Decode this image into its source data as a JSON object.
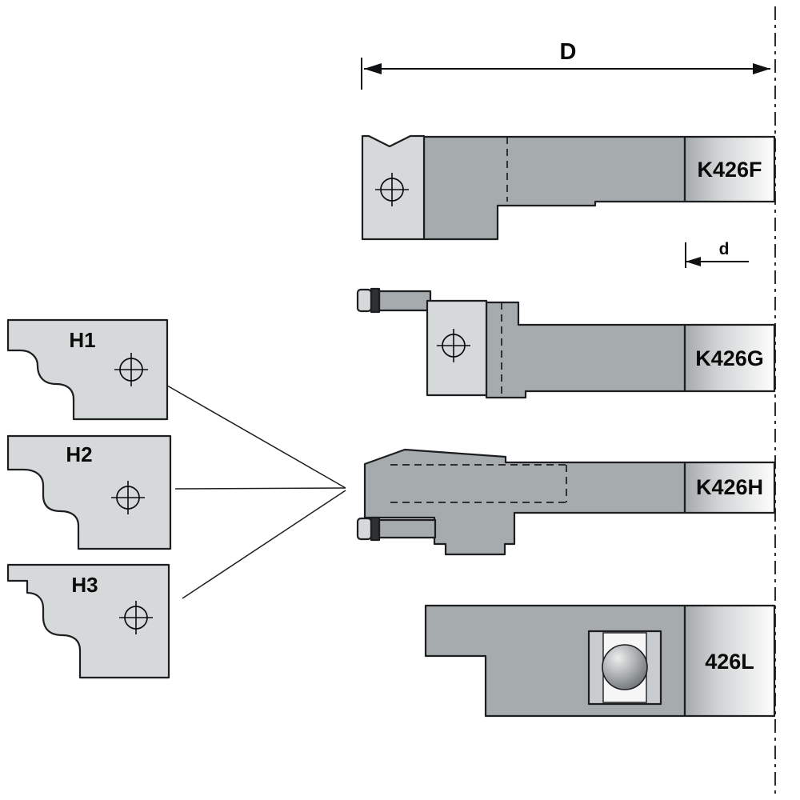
{
  "dimensions": {
    "overall": "D",
    "small": "d"
  },
  "cutters": [
    {
      "label": "K426F"
    },
    {
      "label": "K426G"
    },
    {
      "label": "K426H"
    },
    {
      "label": "426L"
    }
  ],
  "profiles": [
    {
      "label": "H1"
    },
    {
      "label": "H2"
    },
    {
      "label": "H3"
    }
  ],
  "icons": [
    {
      "name": "screw-hole-icon",
      "meaning": "knife fixing screw position crosshair"
    }
  ],
  "colors": {
    "body_gray": "#a6abae",
    "plate_gray": "#d6d9da",
    "bearing_gray": "#c9ccce",
    "dark_accent": "#2e3133",
    "outline": "#1c1e20",
    "background": "#ffffff"
  }
}
